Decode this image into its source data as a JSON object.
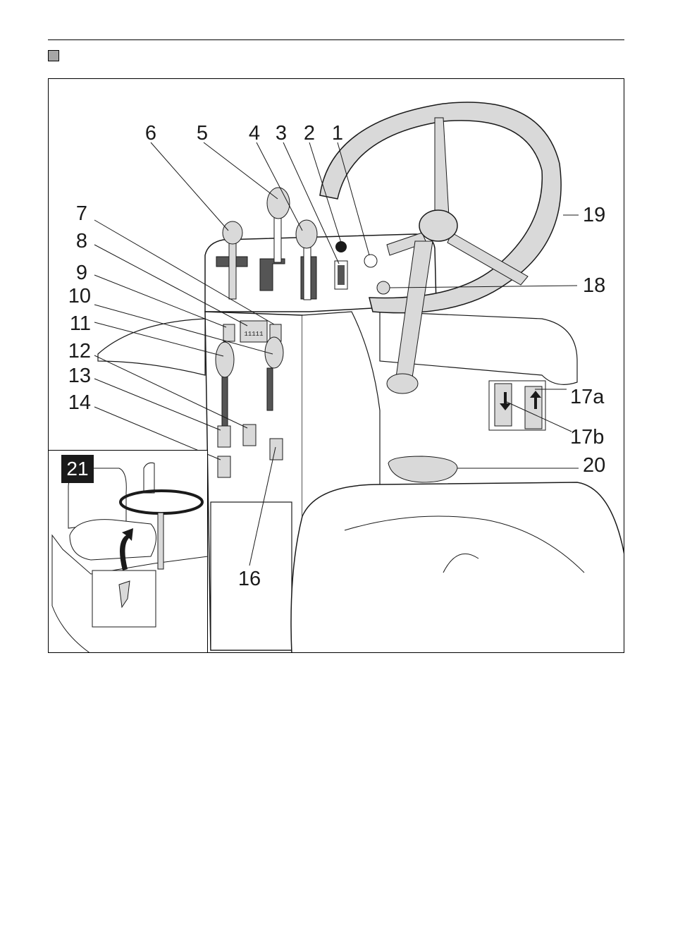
{
  "figure": {
    "callouts": [
      "1",
      "2",
      "3",
      "4",
      "5",
      "6",
      "7",
      "8",
      "9",
      "10",
      "11",
      "12",
      "13",
      "14",
      "16",
      "17a",
      "17b",
      "18",
      "19",
      "20"
    ],
    "inset_label": "21",
    "odometer_digits": "11111"
  },
  "colors": {
    "marker_gray": "#a6a6a6",
    "part_fill": "#d9d9d9",
    "dark_part": "#555555",
    "line": "#1a1a1a"
  }
}
